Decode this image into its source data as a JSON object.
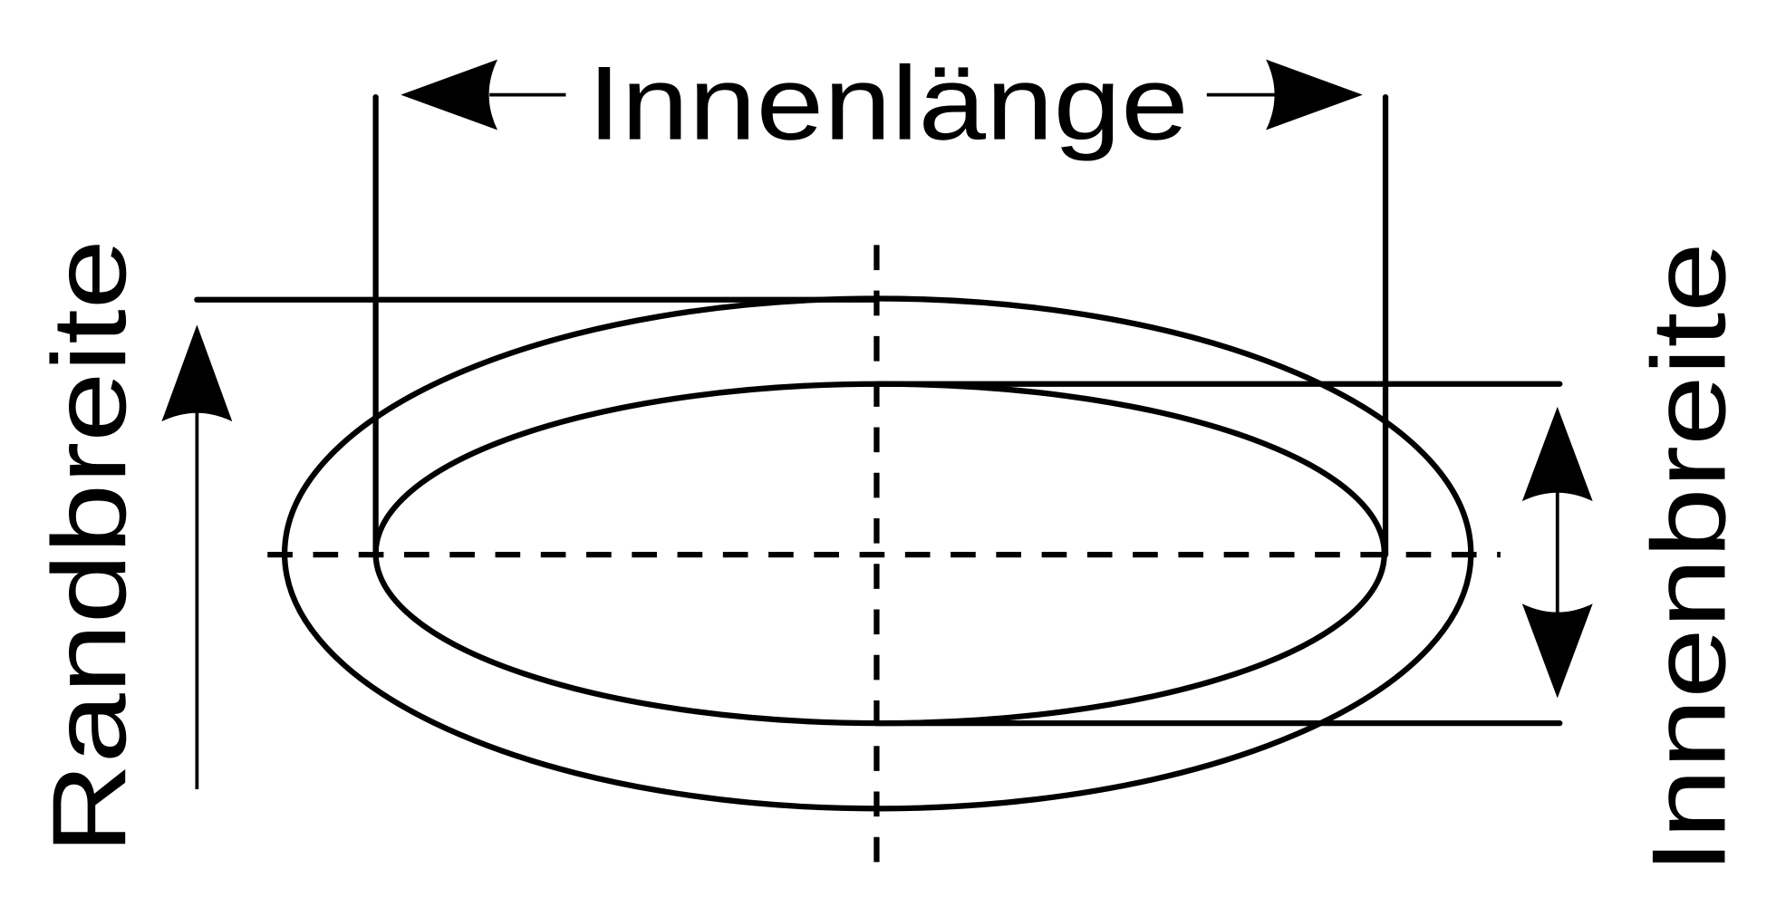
{
  "diagram": {
    "labels": {
      "inner_length": "Innenlänge",
      "rim_width": "Randbreite",
      "inner_width": "Innenbreite"
    },
    "colors": {
      "line": "#000000",
      "background": "#ffffff"
    }
  }
}
